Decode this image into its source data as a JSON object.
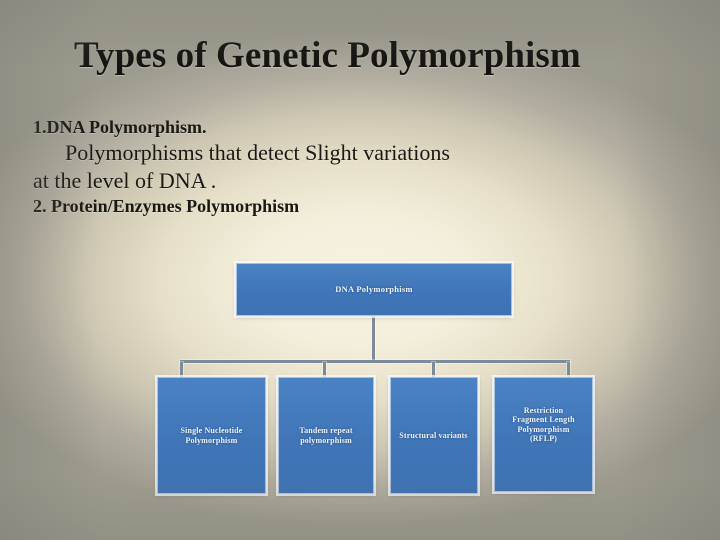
{
  "slide": {
    "title": "Types of Genetic Polymorphism",
    "body_lines": [
      {
        "text": "1.DNA Polymorphism.",
        "style": "bold",
        "indent": false
      },
      {
        "text": "Polymorphisms that detect Slight variations",
        "style": "normal",
        "indent": true
      },
      {
        "text": "at the level of DNA .",
        "style": "normal",
        "indent": false
      },
      {
        "text": "2. Protein/Enzymes Polymorphism",
        "style": "bold",
        "indent": false
      }
    ],
    "colors": {
      "title_text": "#141210",
      "body_text": "#1a1814",
      "node_fill": "#4076b8",
      "node_text": "#eef4fb",
      "connector": "#7d8a99",
      "background_center": "#f5f0dd",
      "background_edge": "#9d9a8e"
    },
    "diagram": {
      "type": "org-chart",
      "root": {
        "label": "DNA Polymorphism"
      },
      "children": [
        {
          "label": "Single Nucleotide\nPolymorphism"
        },
        {
          "label": "Tandem repeat\npolymorphism"
        },
        {
          "label": "Structural variants"
        },
        {
          "label": "Restriction\nFragment Length\nPolymorphism\n(RFLP)"
        }
      ]
    }
  }
}
